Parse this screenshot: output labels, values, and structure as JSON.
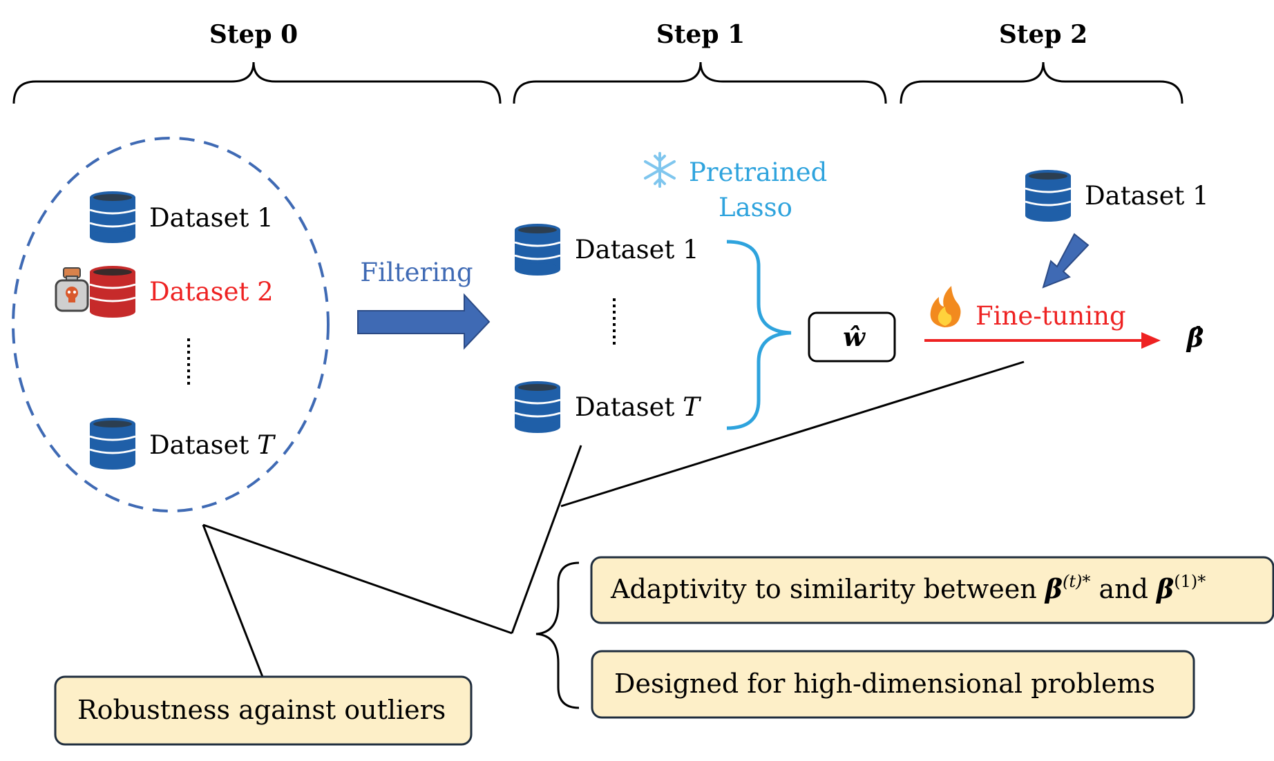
{
  "steps": {
    "step0": "Step 0",
    "step1": "Step 1",
    "step2": "Step 2"
  },
  "step0": {
    "datasets": [
      {
        "label": "Dataset 1",
        "color": "#1f5fa8",
        "poisoned": false
      },
      {
        "label": "Dataset 2",
        "color": "#c62a2a",
        "poisoned": true
      },
      {
        "label_prefix": "Dataset ",
        "label_var": "T",
        "color": "#1f5fa8",
        "poisoned": false
      }
    ]
  },
  "filtering": {
    "label": "Filtering",
    "color": "#3f6ab4"
  },
  "step1": {
    "pretrained_line1": "Pretrained",
    "pretrained_line2": "Lasso",
    "pretrained_icon": "snowflake-icon",
    "datasets": [
      {
        "label": "Dataset 1"
      },
      {
        "label_prefix": "Dataset ",
        "label_var": "T"
      }
    ],
    "output": "ŵ"
  },
  "step2": {
    "dataset": "Dataset 1",
    "finetune_label": "Fine-tuning",
    "finetune_icon": "fire-icon",
    "output": "β̂",
    "arrow_color": "#ee2222"
  },
  "properties": {
    "adaptivity_prefix": "Adaptivity to similarity between ",
    "adaptivity_sym1": "β",
    "adaptivity_sup1": "(t)*",
    "adaptivity_mid": " and ",
    "adaptivity_sym2": "β",
    "adaptivity_sup2": "(1)*",
    "high_dim": "Designed for high-dimensional problems",
    "robustness": "Robustness against outliers",
    "box_fill": "#fdefc8"
  }
}
